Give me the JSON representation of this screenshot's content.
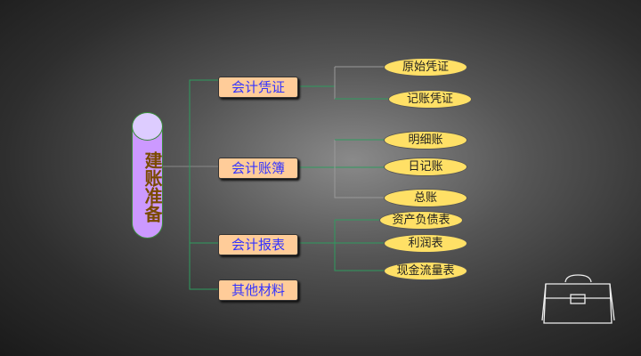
{
  "root": "建账准备",
  "branches": [
    {
      "label": "会计凭证",
      "children": [
        "原始凭证",
        "记账凭证"
      ]
    },
    {
      "label": "会计账簿",
      "children": [
        "明细账",
        "日记账",
        "总账"
      ]
    },
    {
      "label": "会计报表",
      "children": [
        "资产负债表",
        "利润表",
        "现金流量表"
      ]
    },
    {
      "label": "其他材料",
      "children": []
    }
  ],
  "colors": {
    "box_fill": "#ffcc99",
    "box_text": "#3333ff",
    "leaf_fill": "#ffe066",
    "root_fill": "#cc99ff",
    "line": "#2e9b5e"
  }
}
